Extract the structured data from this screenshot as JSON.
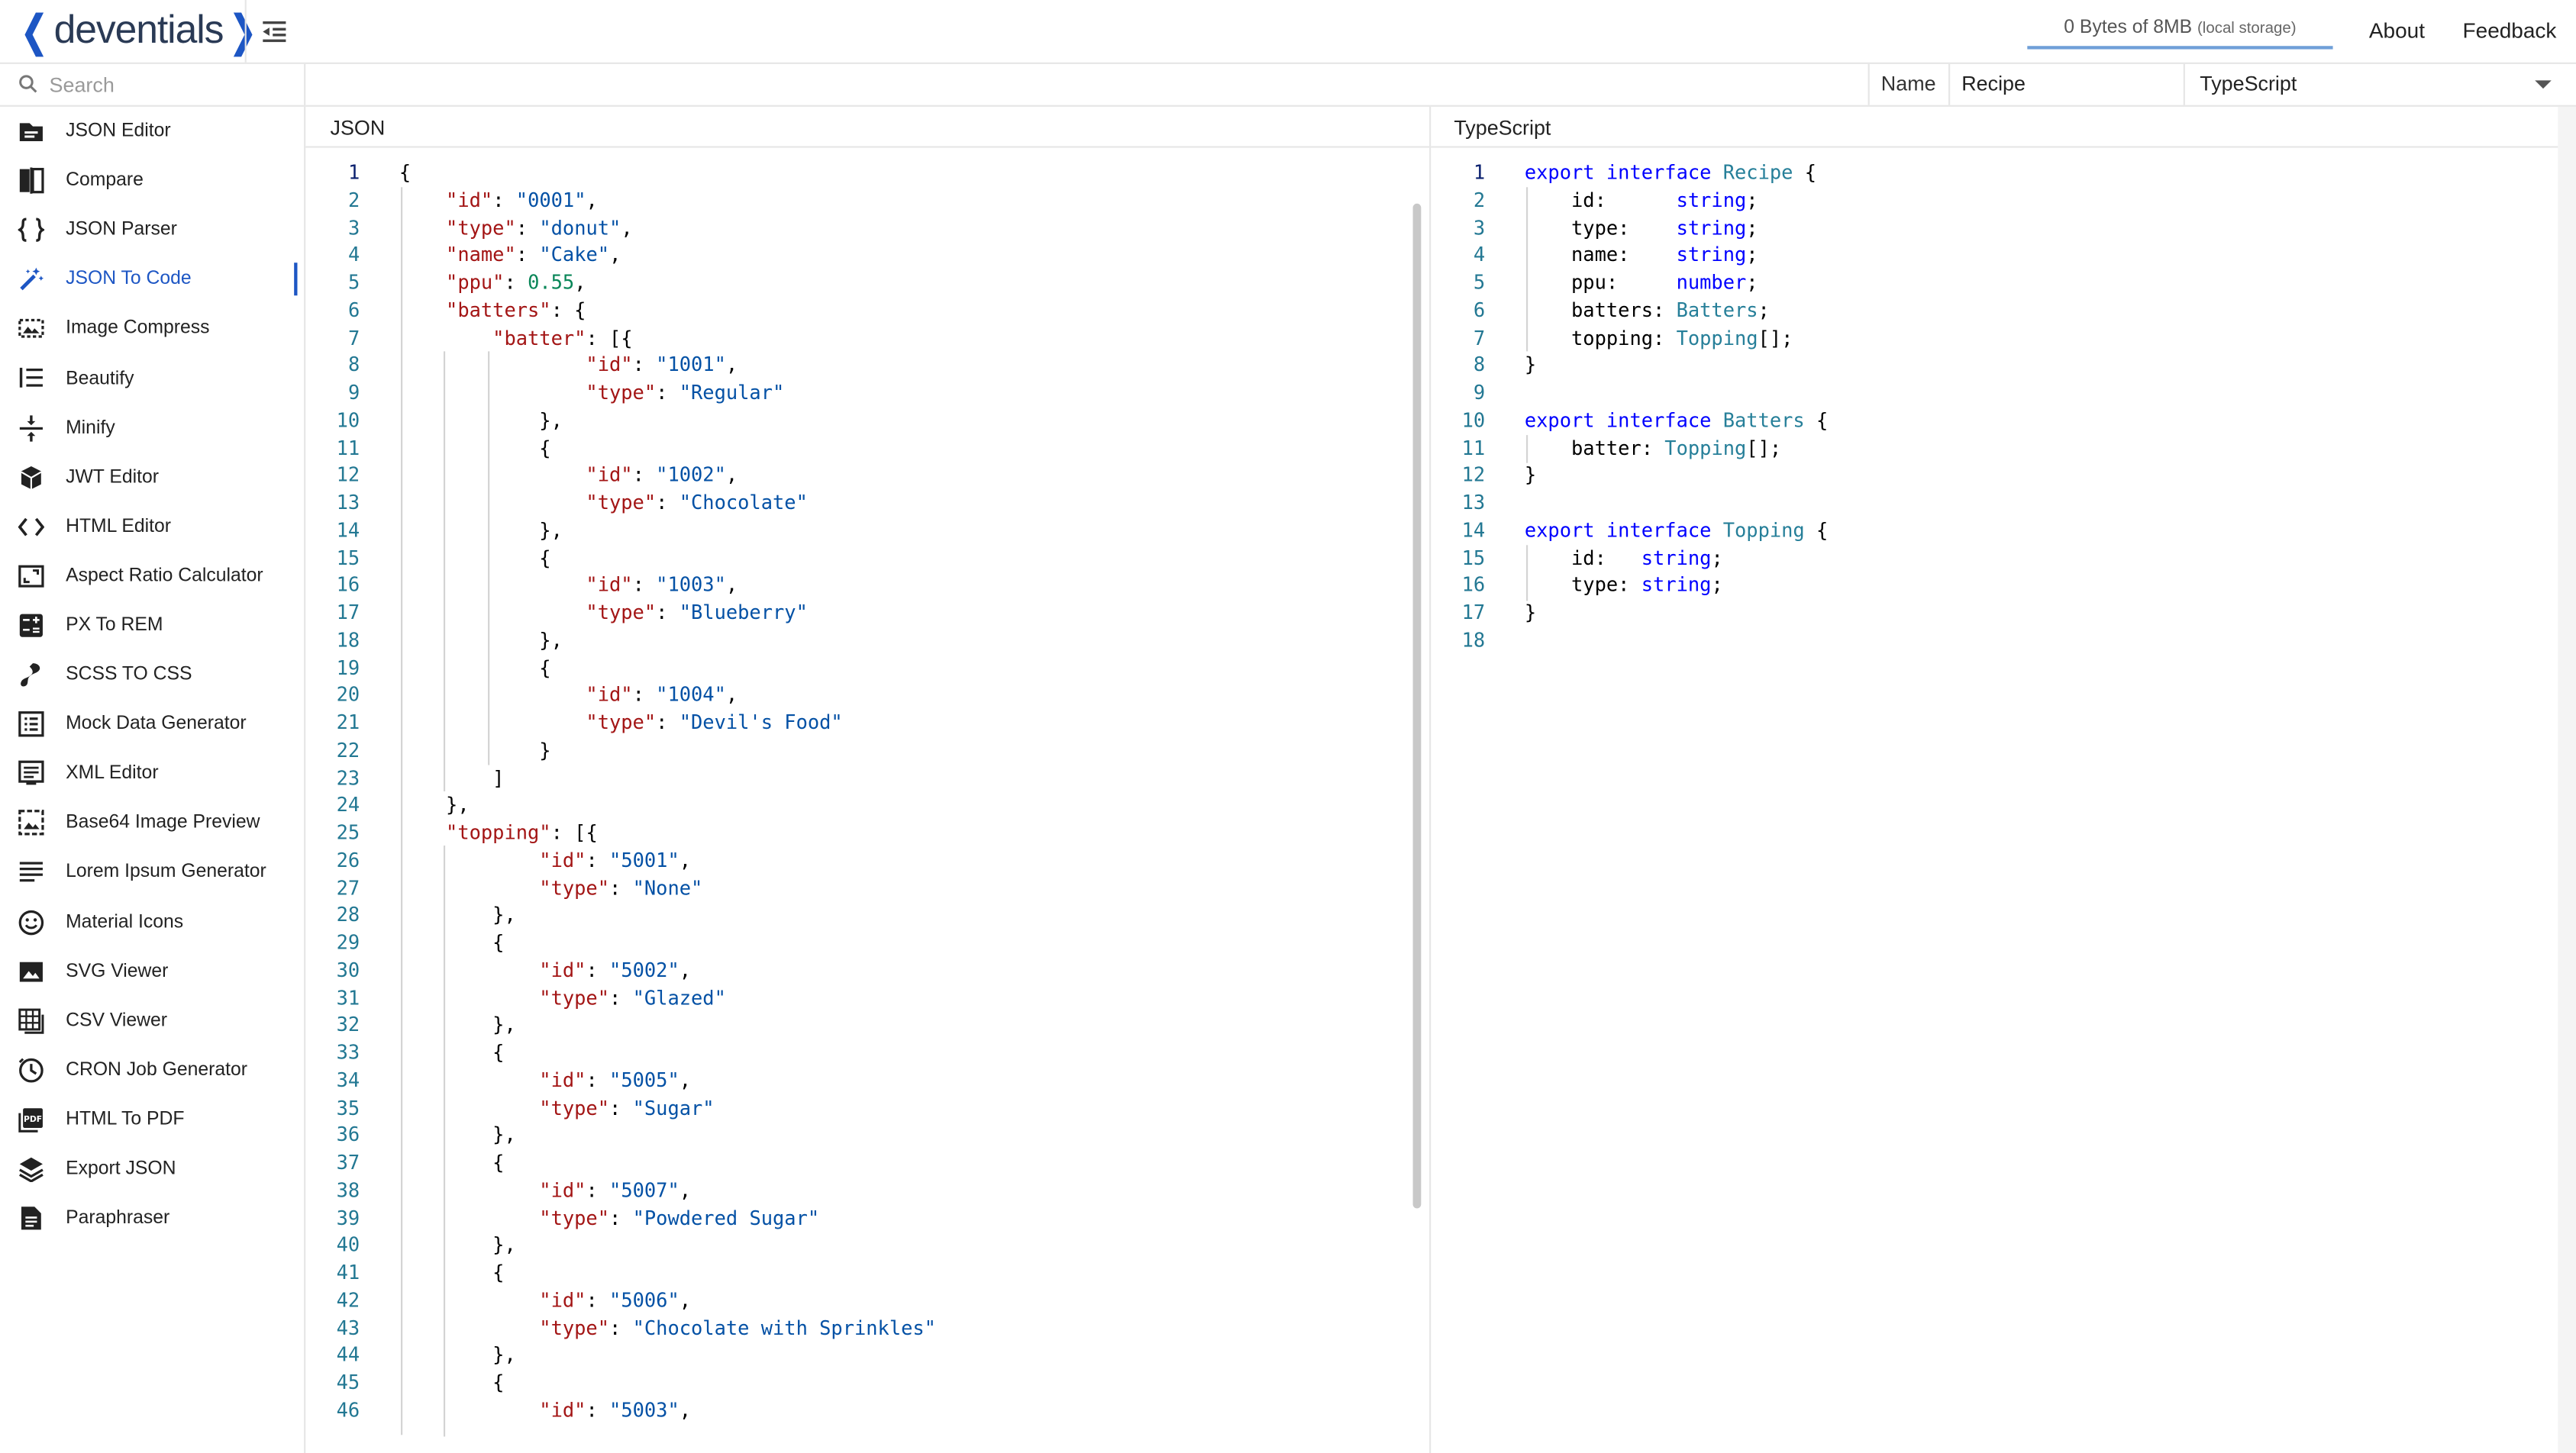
{
  "header": {
    "logo_left": "❬",
    "logo_word": "deventials",
    "logo_right": "❭",
    "storage_main": "0 Bytes of 8MB",
    "storage_note": "(local storage)",
    "about": "About",
    "feedback": "Feedback"
  },
  "sidebar": {
    "search_placeholder": "Search",
    "items": [
      {
        "label": "JSON Editor",
        "icon": "json-editor-icon"
      },
      {
        "label": "Compare",
        "icon": "compare-icon"
      },
      {
        "label": "JSON Parser",
        "icon": "braces-icon"
      },
      {
        "label": "JSON To Code",
        "icon": "magic-wand-icon",
        "active": true
      },
      {
        "label": "Image Compress",
        "icon": "image-compress-icon"
      },
      {
        "label": "Beautify",
        "icon": "ordered-list-icon"
      },
      {
        "label": "Minify",
        "icon": "compress-arrows-icon"
      },
      {
        "label": "JWT Editor",
        "icon": "cube-icon"
      },
      {
        "label": "HTML Editor",
        "icon": "code-brackets-icon"
      },
      {
        "label": "Aspect Ratio Calculator",
        "icon": "aspect-ratio-icon"
      },
      {
        "label": "PX To REM",
        "icon": "calculator-icon"
      },
      {
        "label": "SCSS TO CSS",
        "icon": "sass-icon"
      },
      {
        "label": "Mock Data Generator",
        "icon": "list-box-icon"
      },
      {
        "label": "XML Editor",
        "icon": "xml-icon"
      },
      {
        "label": "Base64 Image Preview",
        "icon": "image-preview-icon"
      },
      {
        "label": "Lorem Ipsum Generator",
        "icon": "text-lines-icon"
      },
      {
        "label": "Material Icons",
        "icon": "smiley-icon"
      },
      {
        "label": "SVG Viewer",
        "icon": "picture-icon"
      },
      {
        "label": "CSV Viewer",
        "icon": "table-icon"
      },
      {
        "label": "CRON Job Generator",
        "icon": "clock-icon"
      },
      {
        "label": "HTML To PDF",
        "icon": "pdf-icon"
      },
      {
        "label": "Export JSON",
        "icon": "layers-icon"
      },
      {
        "label": "Paraphraser",
        "icon": "document-icon"
      }
    ]
  },
  "options": {
    "name_label": "Name",
    "name_value": "Recipe",
    "language_value": "TypeScript"
  },
  "json_panel": {
    "title": "JSON",
    "line_count": 46
  },
  "ts_panel": {
    "title": "TypeScript",
    "line_count": 18
  },
  "colors": {
    "accent": "#1d56c4",
    "keyword": "#0000ff",
    "json_key": "#a31515",
    "json_string": "#0451a5",
    "json_number": "#098658",
    "type_name": "#267f99",
    "line_number": "#237893"
  }
}
